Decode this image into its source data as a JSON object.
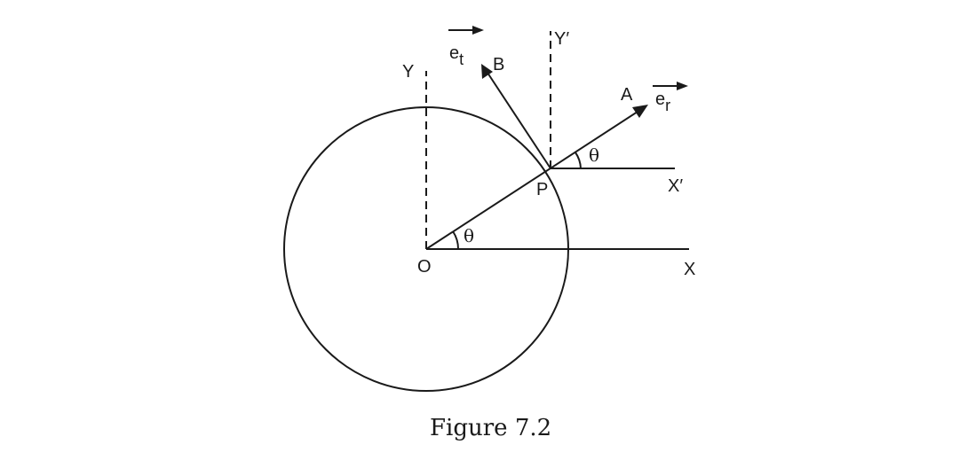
{
  "labels": {
    "Y": "Y",
    "Y_prime": "Y′",
    "X": "X",
    "X_prime": "X′",
    "O": "O",
    "P": "P",
    "A": "A",
    "B": "B",
    "e_t_main": "e",
    "e_t_sub": "t",
    "e_r_main": "e",
    "e_r_sub": "r",
    "theta_O": "θ",
    "theta_P": "θ"
  },
  "caption": "Figure 7.2"
}
